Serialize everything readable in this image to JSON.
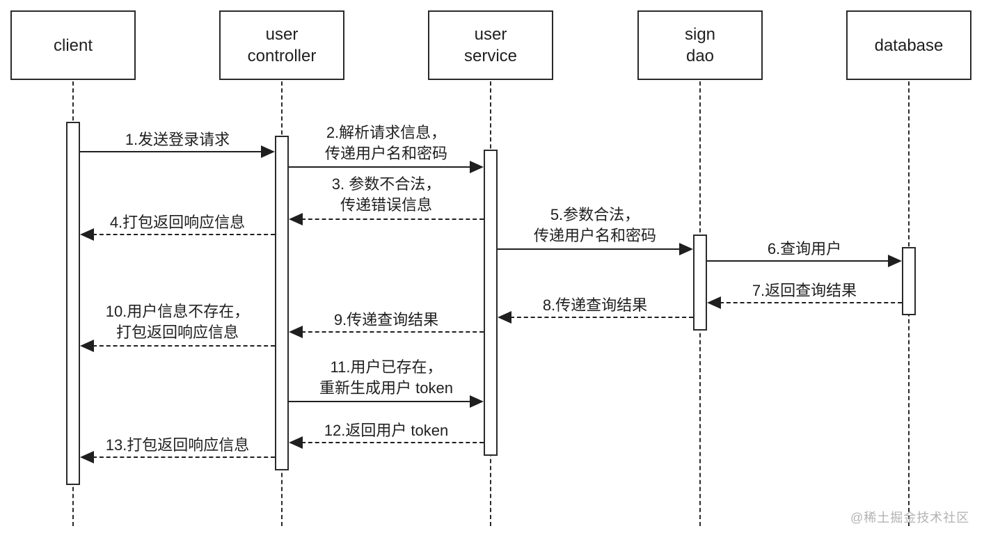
{
  "diagram": {
    "type": "uml-sequence-diagram",
    "colors": {
      "line": "#1f1f1f",
      "background": "#ffffff",
      "watermark": "#b3b3b3"
    },
    "participants": [
      {
        "id": "client",
        "label": "client"
      },
      {
        "id": "user-controller",
        "label": "user\ncontroller"
      },
      {
        "id": "user-service",
        "label": "user\nservice"
      },
      {
        "id": "sign-dao",
        "label": "sign\ndao"
      },
      {
        "id": "database",
        "label": "database"
      }
    ],
    "messages": [
      {
        "num": 1,
        "label": "1.发送登录请求",
        "from": "client",
        "to": "user-controller",
        "line": "solid",
        "direction": "right"
      },
      {
        "num": 2,
        "label": "2.解析请求信息，\n传递用户名和密码",
        "from": "user-controller",
        "to": "user-service",
        "line": "solid",
        "direction": "right"
      },
      {
        "num": 3,
        "label": "3. 参数不合法，\n传递错误信息",
        "from": "user-service",
        "to": "user-controller",
        "line": "dashed",
        "direction": "left"
      },
      {
        "num": 4,
        "label": "4.打包返回响应信息",
        "from": "user-controller",
        "to": "client",
        "line": "dashed",
        "direction": "left"
      },
      {
        "num": 5,
        "label": "5.参数合法，\n传递用户名和密码",
        "from": "user-service",
        "to": "sign-dao",
        "line": "solid",
        "direction": "right"
      },
      {
        "num": 6,
        "label": "6.查询用户",
        "from": "sign-dao",
        "to": "database",
        "line": "solid",
        "direction": "right"
      },
      {
        "num": 7,
        "label": "7.返回查询结果",
        "from": "database",
        "to": "sign-dao",
        "line": "dashed",
        "direction": "left"
      },
      {
        "num": 8,
        "label": "8.传递查询结果",
        "from": "sign-dao",
        "to": "user-service",
        "line": "dashed",
        "direction": "left"
      },
      {
        "num": 9,
        "label": "9.传递查询结果",
        "from": "user-service",
        "to": "user-controller",
        "line": "dashed",
        "direction": "left"
      },
      {
        "num": 10,
        "label": "10.用户信息不存在，\n打包返回响应信息",
        "from": "user-controller",
        "to": "client",
        "line": "dashed",
        "direction": "left"
      },
      {
        "num": 11,
        "label": "11.用户已存在，\n重新生成用户 token",
        "from": "user-controller",
        "to": "user-service",
        "line": "solid",
        "direction": "right"
      },
      {
        "num": 12,
        "label": "12.返回用户 token",
        "from": "user-service",
        "to": "user-controller",
        "line": "dashed",
        "direction": "left"
      },
      {
        "num": 13,
        "label": "13.打包返回响应信息",
        "from": "user-controller",
        "to": "client",
        "line": "dashed",
        "direction": "left"
      }
    ],
    "watermark": "@稀土掘金技术社区"
  }
}
